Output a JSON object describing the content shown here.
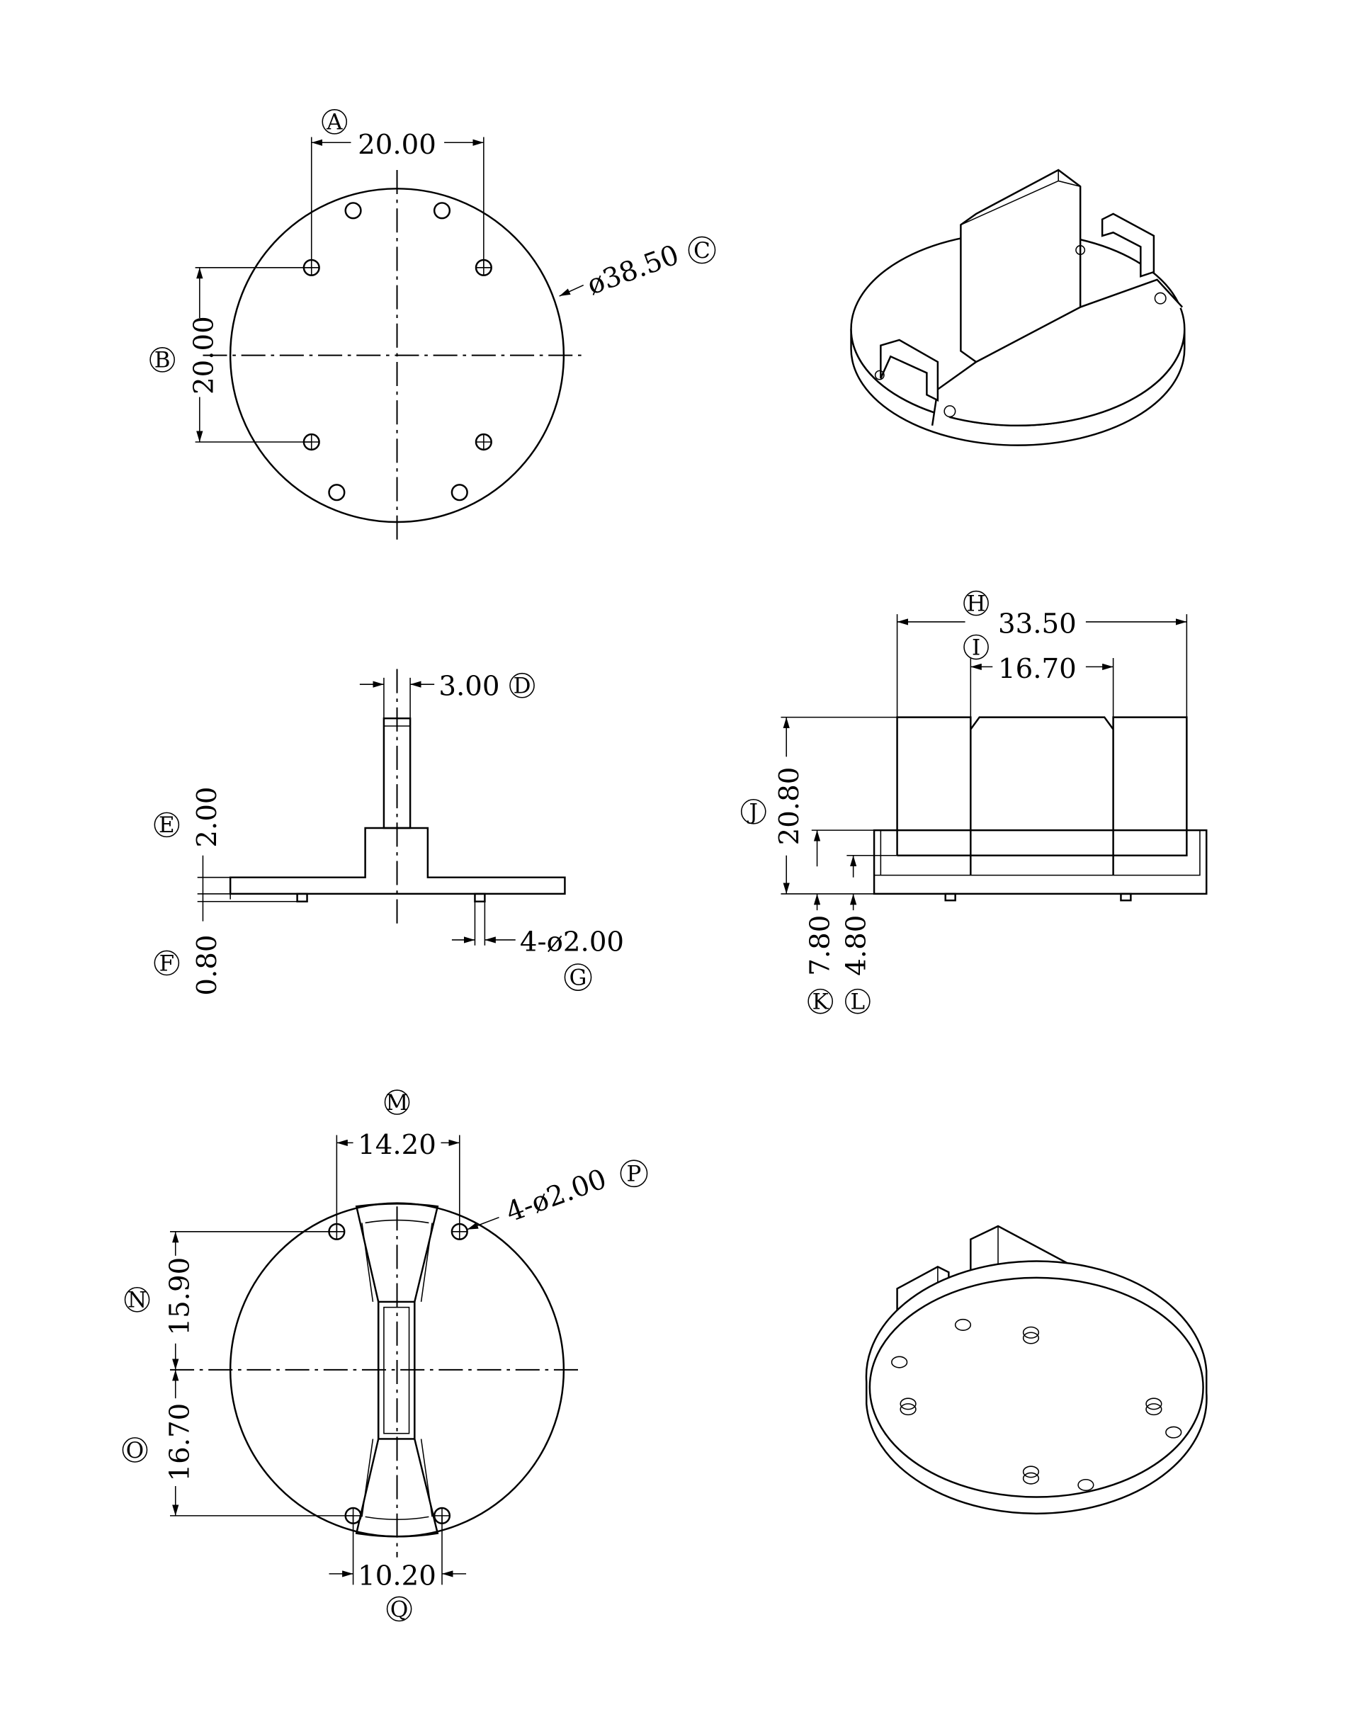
{
  "dimensions": {
    "A": {
      "label": "A",
      "value": "20.00"
    },
    "B": {
      "label": "B",
      "value": "20.00"
    },
    "C": {
      "label": "C",
      "value": "ø38.50"
    },
    "D": {
      "label": "D",
      "value": "3.00"
    },
    "E": {
      "label": "E",
      "value": "2.00"
    },
    "F": {
      "label": "F",
      "value": "0.80"
    },
    "G": {
      "label": "G",
      "value": "4-ø2.00"
    },
    "H": {
      "label": "H",
      "value": "33.50"
    },
    "I": {
      "label": "I",
      "value": "16.70"
    },
    "J": {
      "label": "J",
      "value": "20.80"
    },
    "K": {
      "label": "K",
      "value": "7.80"
    },
    "L": {
      "label": "L",
      "value": "4.80"
    },
    "M": {
      "label": "M",
      "value": "14.20"
    },
    "N": {
      "label": "N",
      "value": "15.90"
    },
    "O": {
      "label": "O",
      "value": "16.70"
    },
    "P": {
      "label": "P",
      "value": "4-ø2.00"
    },
    "Q": {
      "label": "Q",
      "value": "10.20"
    }
  },
  "colors": {
    "line": "#000000",
    "background": "#ffffff"
  }
}
